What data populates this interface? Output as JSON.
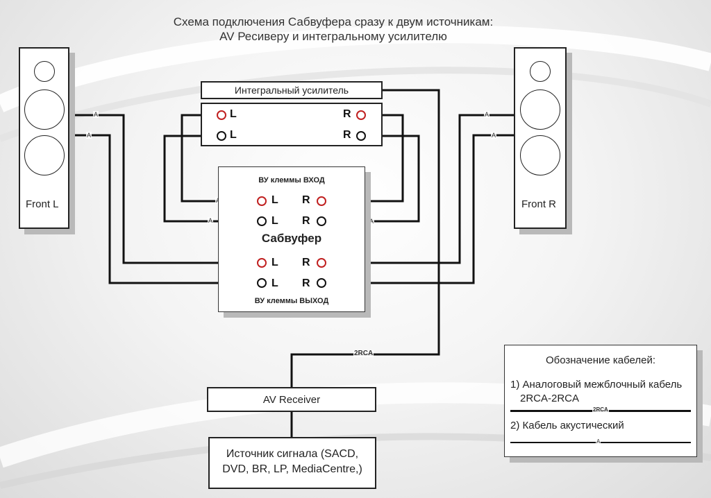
{
  "title": {
    "line1": "Схема подключения Сабвуфера сразу к двум источникам:",
    "line2": "AV Ресиверу и интегральному усилителю"
  },
  "speakers": {
    "left_label": "Front L",
    "right_label": "Front R"
  },
  "amplifier": {
    "title": "Интегральный усилитель",
    "pin_l": "L",
    "pin_r": "R"
  },
  "subwoofer": {
    "input_label": "ВУ клеммы ВХОД",
    "name": "Сабвуфер",
    "output_label": "ВУ клеммы ВЫХОД",
    "pin_l": "L",
    "pin_r": "R"
  },
  "receiver": {
    "label": "AV Receiver"
  },
  "source": {
    "line1": "Источник сигнала (SACD,",
    "line2": "DVD,  BR, LP, MediaCentre,)"
  },
  "cable_tags": {
    "acoustic": "A",
    "rca": "2RCA"
  },
  "legend": {
    "title": "Обозначение кабелей:",
    "item1_line1": "1) Аналоговый межблочный кабель",
    "item1_line2": "2RCA-2RCA",
    "item1_tag": "2RCA",
    "item2": "2) Кабель акустический",
    "item2_tag": "A"
  }
}
